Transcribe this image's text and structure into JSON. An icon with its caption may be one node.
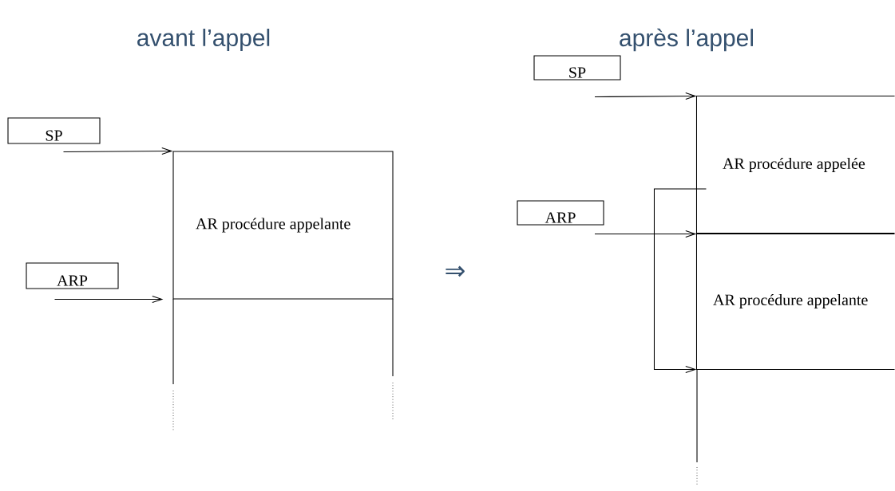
{
  "diagram": {
    "nodes": [
      {
        "text": [
          "SP"
        ]
      },
      {
        "text": [
          "ARP"
        ]
      },
      {
        "text": [
          "AR procédure appelante"
        ]
      },
      {
        "text": [
          "SP"
        ]
      },
      {
        "text": [
          "ARP"
        ]
      },
      {
        "text": [
          "AR procédure appelée"
        ]
      },
      {
        "text": [
          "AR procédure appelante"
        ]
      }
    ],
    "edges": [
      {
        "from": 0,
        "to": 2,
        "arrow": "to"
      },
      {
        "from": 1,
        "to": 2,
        "arrow": "to"
      },
      {
        "from": 3,
        "to": 5,
        "arrow": "to"
      },
      {
        "from": 4,
        "to": 5,
        "arrow": "to"
      },
      {
        "from": 5,
        "to": 6,
        "arrow": "to"
      }
    ],
    "labels": [
      "avant l’appel",
      "après l’appel",
      "⇒"
    ]
  }
}
